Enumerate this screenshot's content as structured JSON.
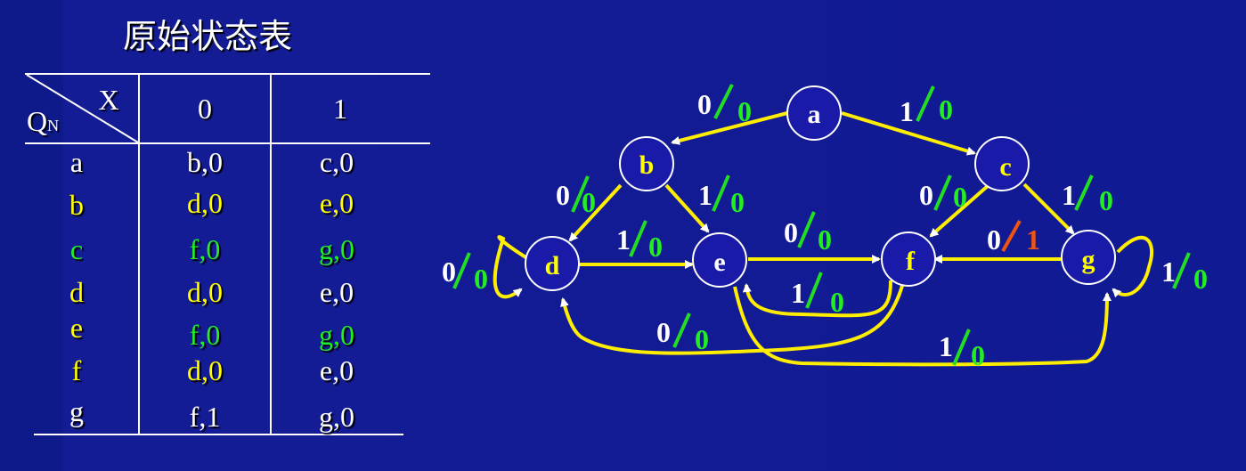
{
  "title": "原始状态表",
  "table": {
    "header_x": "X",
    "header_q": "Q",
    "header_q_sub": "N",
    "col0": "0",
    "col1": "1",
    "rows": [
      {
        "state": "a",
        "c0": "b,0",
        "c1": "c,0",
        "color": "white",
        "c1color": "white"
      },
      {
        "state": "b",
        "c0": "d,0",
        "c1": "e,0",
        "color": "yellow",
        "c1color": "yellow"
      },
      {
        "state": "c",
        "c0": "f,0",
        "c1": "g,0",
        "color": "green",
        "c1color": "green"
      },
      {
        "state": "d",
        "c0": "d,0",
        "c1": "e,0",
        "color": "yellow",
        "c1color": "white"
      },
      {
        "state": "e",
        "c0": "f,0",
        "c1": "g,0",
        "color": "green",
        "c1color": "green"
      },
      {
        "state": "f",
        "c0": "d,0",
        "c1": "e,0",
        "color": "yellow",
        "c1color": "white"
      },
      {
        "state": "g",
        "c0": "f,1",
        "c1": "g,0",
        "color": "white",
        "c1color": "white"
      }
    ]
  },
  "diagram": {
    "nodes": [
      "a",
      "b",
      "c",
      "d",
      "e",
      "f",
      "g"
    ],
    "edges": [
      {
        "from": "a",
        "to": "b",
        "input": "0",
        "output": "0"
      },
      {
        "from": "a",
        "to": "c",
        "input": "1",
        "output": "0"
      },
      {
        "from": "b",
        "to": "d",
        "input": "0",
        "output": "0"
      },
      {
        "from": "b",
        "to": "e",
        "input": "1",
        "output": "0"
      },
      {
        "from": "c",
        "to": "f",
        "input": "0",
        "output": "0"
      },
      {
        "from": "c",
        "to": "g",
        "input": "1",
        "output": "0"
      },
      {
        "from": "d",
        "to": "d",
        "input": "0",
        "output": "0"
      },
      {
        "from": "d",
        "to": "e",
        "input": "1",
        "output": "0"
      },
      {
        "from": "e",
        "to": "f",
        "input": "0",
        "output": "0"
      },
      {
        "from": "e",
        "to": "g",
        "input": "1",
        "output": "0"
      },
      {
        "from": "f",
        "to": "d",
        "input": "0",
        "output": "0"
      },
      {
        "from": "f",
        "to": "e",
        "input": "1",
        "output": "0"
      },
      {
        "from": "g",
        "to": "f",
        "input": "0",
        "output": "1"
      },
      {
        "from": "g",
        "to": "g",
        "input": "1",
        "output": "0"
      }
    ]
  },
  "colors": {
    "background": "#101a92",
    "arrow": "#ffee00",
    "node_fill": "#1a1aa8",
    "slash_green": "#22dd22",
    "slash_orange": "#ee5511",
    "text_white": "#ffffff",
    "text_yellow": "#ffff00",
    "text_green": "#22ee22"
  }
}
